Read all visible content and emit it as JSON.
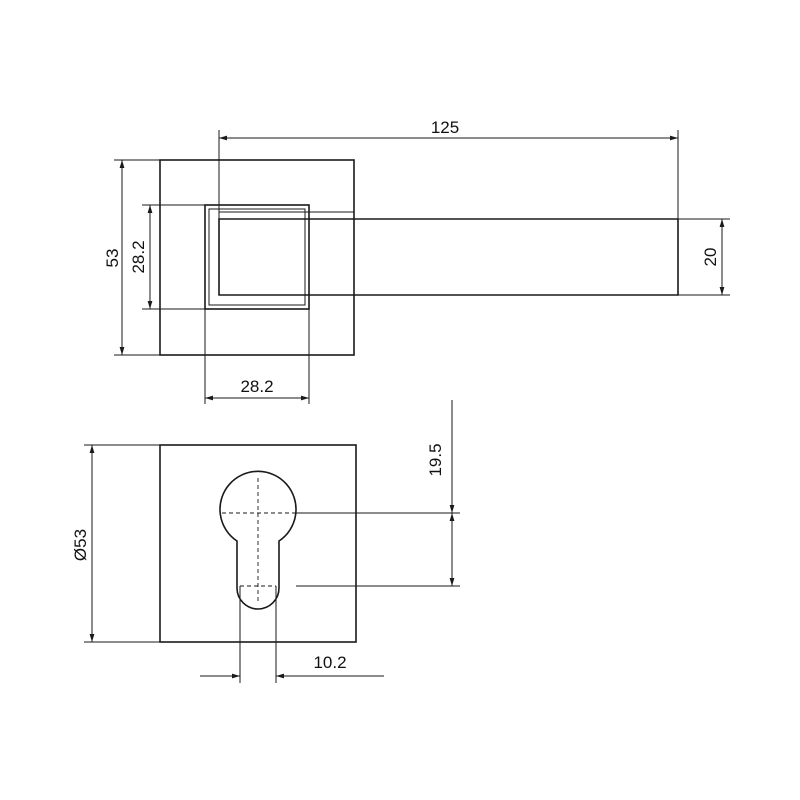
{
  "dimensions": {
    "handle_length": "125",
    "rose_height": "53",
    "square_inner_vertical": "28.2",
    "lever_height": "20",
    "square_inner_horizontal": "28.2",
    "escutcheon_size": "Ø53",
    "key_hole_offset": "19.5",
    "key_hole_width": "10.2"
  }
}
